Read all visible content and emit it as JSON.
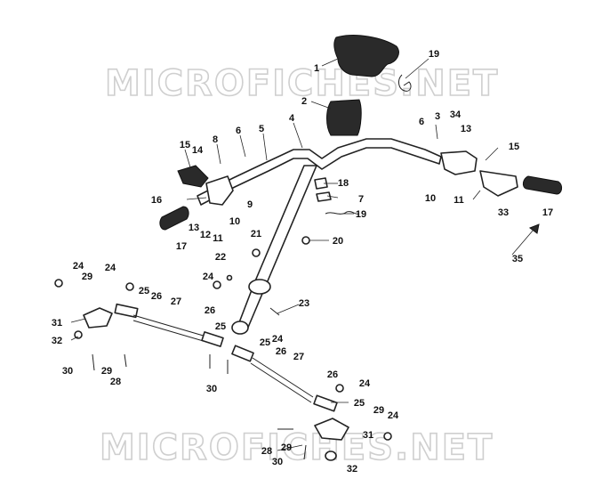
{
  "watermarks": [
    "MICROFICHES.NET",
    "MICROFICHES.NET"
  ],
  "footer_text": "",
  "callouts": [
    {
      "id": "c1",
      "label": "1"
    },
    {
      "id": "c19a",
      "label": "19"
    },
    {
      "id": "c2",
      "label": "2"
    },
    {
      "id": "c4",
      "label": "4"
    },
    {
      "id": "c5",
      "label": "5"
    },
    {
      "id": "c6a",
      "label": "6"
    },
    {
      "id": "c8",
      "label": "8"
    },
    {
      "id": "c15a",
      "label": "15"
    },
    {
      "id": "c14",
      "label": "14"
    },
    {
      "id": "c16",
      "label": "16"
    },
    {
      "id": "c13a",
      "label": "13"
    },
    {
      "id": "c12",
      "label": "12"
    },
    {
      "id": "c11a",
      "label": "11"
    },
    {
      "id": "c10a",
      "label": "10"
    },
    {
      "id": "c9",
      "label": "9"
    },
    {
      "id": "c17a",
      "label": "17"
    },
    {
      "id": "c18",
      "label": "18"
    },
    {
      "id": "c7",
      "label": "7"
    },
    {
      "id": "c19b",
      "label": "19"
    },
    {
      "id": "c20",
      "label": "20"
    },
    {
      "id": "c21",
      "label": "21"
    },
    {
      "id": "c22",
      "label": "22"
    },
    {
      "id": "c24a",
      "label": "24"
    },
    {
      "id": "c23",
      "label": "23"
    },
    {
      "id": "c6b",
      "label": "6"
    },
    {
      "id": "c3",
      "label": "3"
    },
    {
      "id": "c34",
      "label": "34"
    },
    {
      "id": "c13b",
      "label": "13"
    },
    {
      "id": "c15b",
      "label": "15"
    },
    {
      "id": "c10b",
      "label": "10"
    },
    {
      "id": "c11b",
      "label": "11"
    },
    {
      "id": "c33",
      "label": "33"
    },
    {
      "id": "c17b",
      "label": "17"
    },
    {
      "id": "c35",
      "label": "35"
    },
    {
      "id": "c24b",
      "label": "24"
    },
    {
      "id": "c29a",
      "label": "29"
    },
    {
      "id": "c24c",
      "label": "24"
    },
    {
      "id": "c25a",
      "label": "25"
    },
    {
      "id": "c26a",
      "label": "26"
    },
    {
      "id": "c27a",
      "label": "27"
    },
    {
      "id": "c31a",
      "label": "31"
    },
    {
      "id": "c32a",
      "label": "32"
    },
    {
      "id": "c30a",
      "label": "30"
    },
    {
      "id": "c29b",
      "label": "29"
    },
    {
      "id": "c28a",
      "label": "28"
    },
    {
      "id": "c26b",
      "label": "26"
    },
    {
      "id": "c25b",
      "label": "25"
    },
    {
      "id": "c24d",
      "label": "24"
    },
    {
      "id": "c25c",
      "label": "25"
    },
    {
      "id": "c30b",
      "label": "30"
    },
    {
      "id": "c26c",
      "label": "26"
    },
    {
      "id": "c27b",
      "label": "27"
    },
    {
      "id": "c26d",
      "label": "26"
    },
    {
      "id": "c24e",
      "label": "24"
    },
    {
      "id": "c25d",
      "label": "25"
    },
    {
      "id": "c29c",
      "label": "29"
    },
    {
      "id": "c24f",
      "label": "24"
    },
    {
      "id": "c31b",
      "label": "31"
    },
    {
      "id": "c28b",
      "label": "28"
    },
    {
      "id": "c29d",
      "label": "29"
    },
    {
      "id": "c30c",
      "label": "30"
    },
    {
      "id": "c32b",
      "label": "32"
    }
  ]
}
